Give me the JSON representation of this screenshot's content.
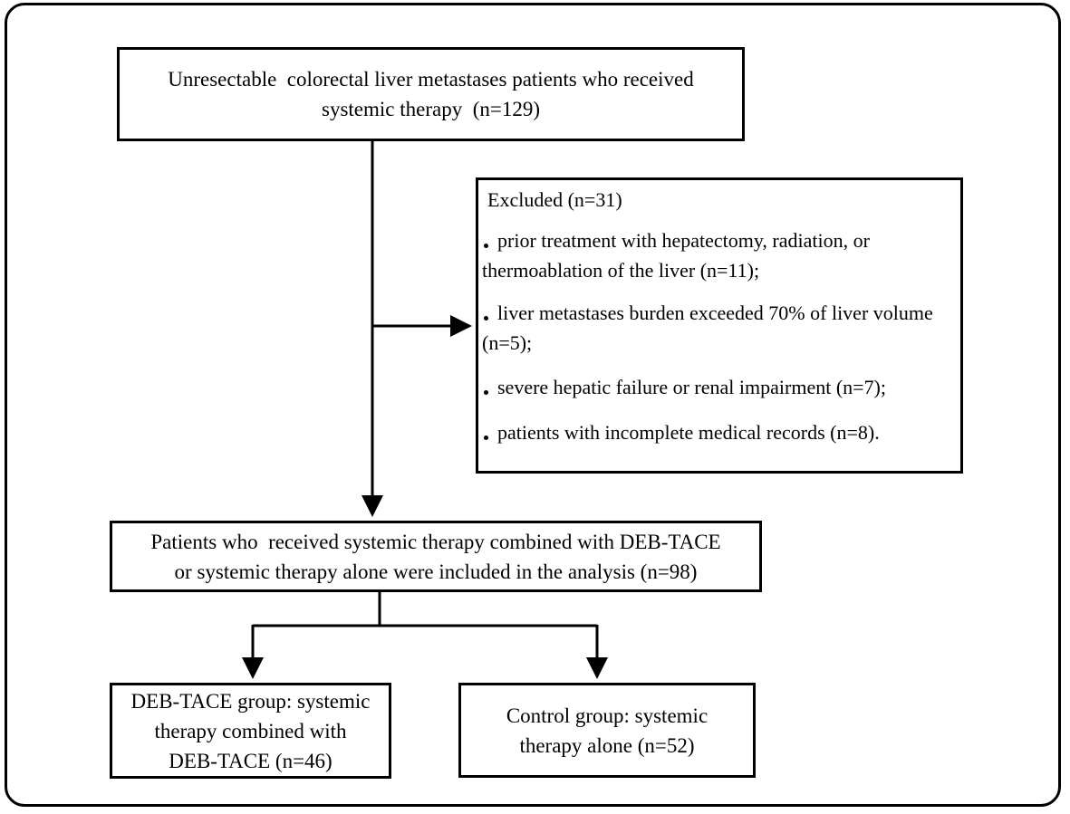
{
  "top_box": {
    "line1": "Unresectable  colorectal liver metastases patients who received",
    "line2": "systemic therapy  (n=129)"
  },
  "excluded_box": {
    "title": "Excluded (n=31)",
    "items": [
      "prior treatment with hepatectomy, radiation, or thermoablation of the liver (n=11);",
      "liver metastases burden exceeded 70% of liver volume (n=5);",
      "severe hepatic failure or renal impairment (n=7);",
      "patients with incomplete medical records (n=8)."
    ]
  },
  "included_box": {
    "line1": "Patients who  received systemic therapy combined with DEB-TACE",
    "line2": "or systemic therapy alone were included in the analysis (n=98)"
  },
  "deb_tace_box": {
    "line1": "DEB-TACE group: systemic",
    "line2": "therapy combined with",
    "line3": "DEB-TACE (n=46)"
  },
  "control_box": {
    "line1": "Control group: systemic",
    "line2": "therapy alone (n=52)"
  }
}
